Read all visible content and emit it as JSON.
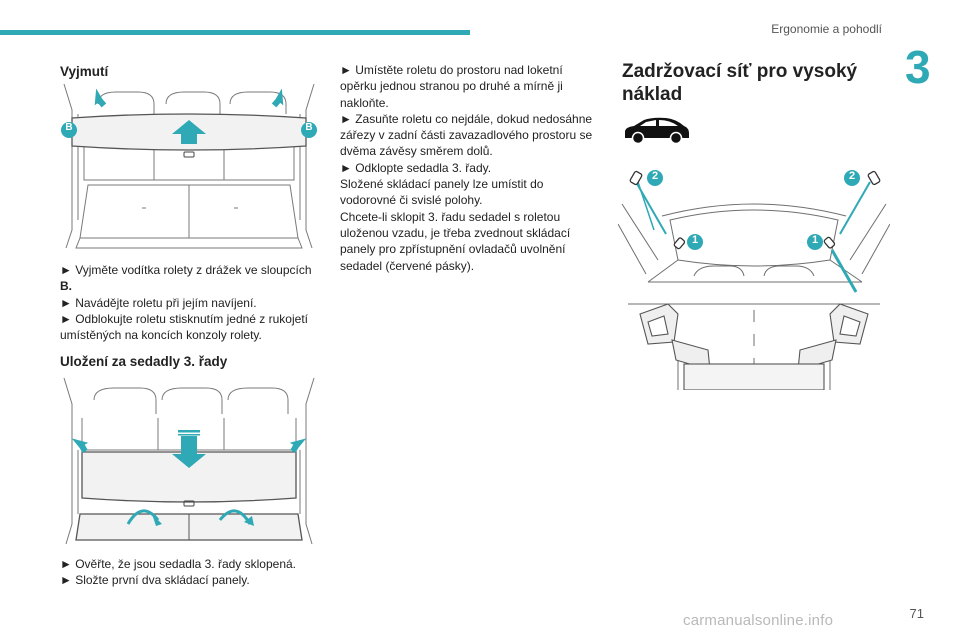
{
  "header": {
    "running_title": "Ergonomie a pohodlí",
    "chapter_number": "3"
  },
  "col1": {
    "heading": "Vyjmutí",
    "figure1": {
      "callout_b_left": "B",
      "callout_b_right": "B"
    },
    "text1": [
      "► Vyjměte vodítka rolety z drážek ve sloupcích",
      "B.",
      "► Navádějte roletu při jejím navíjení.",
      "► Odblokujte roletu stisknutím jedné z rukojetí",
      "umístěných na koncích konzoly rolety."
    ],
    "heading2": "Uložení za sedadly 3. řady",
    "text2": [
      "► Ověřte, že jsou sedadla 3. řady sklopená.",
      "► Složte první dva skládací panely."
    ]
  },
  "col2": {
    "text": [
      "► Umístěte roletu do prostoru nad loketní",
      "opěrku jednou stranou po druhé a mírně ji",
      "nakloňte.",
      "► Zasuňte roletu co nejdále, dokud nedosáhne",
      "zářezy v zadní části zavazadlového prostoru se",
      "dvěma závěsy směrem dolů.",
      "► Odklopte sedadla 3. řady.",
      "Složené skládací panely lze umístit do",
      "vodorovné či svislé polohy.",
      "Chcete-li sklopit 3. řadu sedadel s roletou",
      "uloženou vzadu, je třeba zvednout skládací",
      "panely pro zpřístupnění ovladačů uvolnění",
      "sedadel (červené pásky)."
    ]
  },
  "col3": {
    "heading_line1": "Zadržovací síť pro vysoký",
    "heading_line2": "náklad",
    "figure": {
      "callout_2_left": "2",
      "callout_2_right": "2",
      "callout_1_left": "1",
      "callout_1_right": "1"
    }
  },
  "footer": {
    "page_number": "71",
    "watermark": "carmanualsonline.info"
  },
  "colors": {
    "accent": "#2fa9b5",
    "text": "#222222",
    "line_art": "#6f6f6f"
  }
}
